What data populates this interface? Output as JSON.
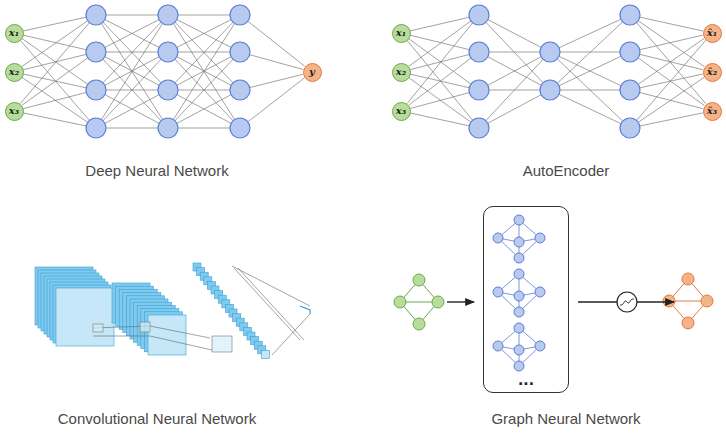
{
  "diagram": {
    "nodes": [
      {
        "text": [
          "x₁"
        ]
      },
      {
        "text": [
          "x₂"
        ]
      },
      {
        "text": [
          "x₃"
        ]
      },
      {
        "text": [
          "y"
        ]
      },
      {
        "text": [
          "x₁"
        ]
      },
      {
        "text": [
          "x₂"
        ]
      },
      {
        "text": [
          "x₃"
        ]
      },
      {
        "text": [
          "x̂₁"
        ]
      },
      {
        "text": [
          "x̂₂"
        ]
      },
      {
        "text": [
          "x̂₃"
        ]
      },
      {
        "text": [
          "..."
        ]
      }
    ],
    "labels": [
      "Deep Neural Network",
      "AutoEncoder",
      "Convolutional Neural Network",
      "Graph Neural Network"
    ]
  }
}
